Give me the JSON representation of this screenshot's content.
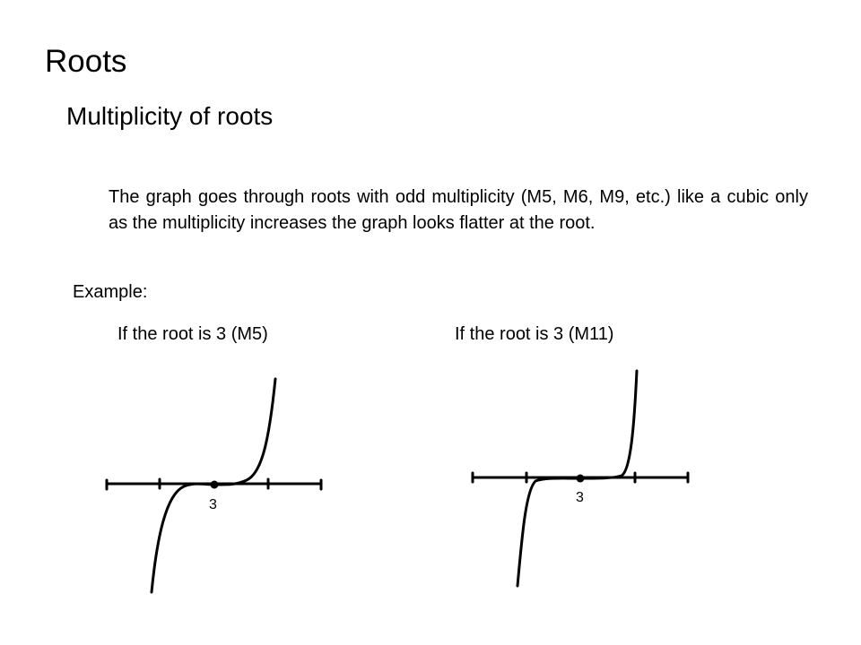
{
  "slide": {
    "title": "Roots",
    "subtitle": "Multiplicity of roots",
    "description": "The graph goes through roots with odd multiplicity (M5, M6, M9, etc.) like a cubic only as the multiplicity increases the graph looks flatter at the root.",
    "example_label": "Example:"
  },
  "graphs": [
    {
      "caption": "If the root is 3 (M5)",
      "root_label": "3",
      "multiplicity": 5
    },
    {
      "caption": "If the root is 3 (M11)",
      "root_label": "3",
      "multiplicity": 11
    }
  ],
  "colors": {
    "ink": "#000000",
    "background": "#ffffff"
  }
}
